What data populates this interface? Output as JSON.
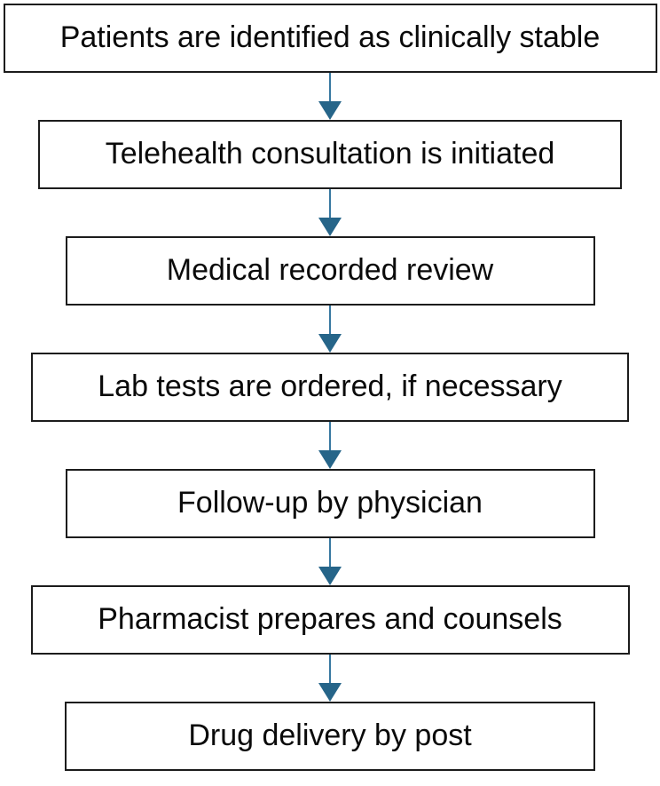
{
  "diagram": {
    "type": "flowchart",
    "direction": "top-down",
    "arrow_head_color": "#266589",
    "arrow_shaft_color": "#3878a0",
    "box_border_color": "#1c1c1c",
    "text_color": "#0a0a0a",
    "steps": [
      {
        "label": "Patients are identified as clinically stable"
      },
      {
        "label": "Telehealth consultation is initiated"
      },
      {
        "label": "Medical recorded review"
      },
      {
        "label": "Lab tests are ordered, if necessary"
      },
      {
        "label": "Follow-up by physician"
      },
      {
        "label": "Pharmacist prepares and counsels"
      },
      {
        "label": "Drug delivery by post"
      }
    ]
  }
}
